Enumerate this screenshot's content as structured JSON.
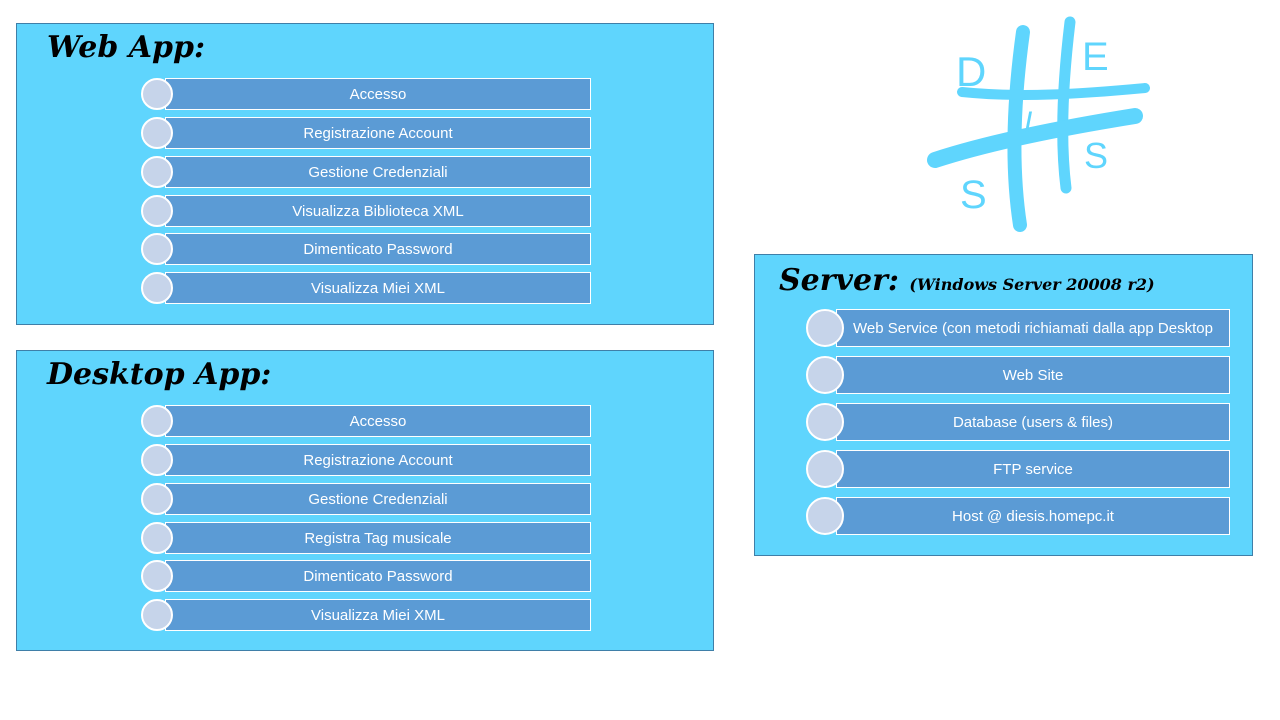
{
  "web_app": {
    "title": "Web App:",
    "items": [
      {
        "label": "Accesso"
      },
      {
        "label": "Registrazione Account"
      },
      {
        "label": "Gestione Credenziali"
      },
      {
        "label": "Visualizza Biblioteca XML"
      },
      {
        "label": "Dimenticato Password"
      },
      {
        "label": "Visualizza Miei XML"
      }
    ]
  },
  "desktop_app": {
    "title": "Desktop App:",
    "items": [
      {
        "label": "Accesso"
      },
      {
        "label": "Registrazione Account"
      },
      {
        "label": "Gestione Credenziali"
      },
      {
        "label": "Registra Tag musicale"
      },
      {
        "label": "Dimenticato Password"
      },
      {
        "label": "Visualizza Miei XML"
      }
    ]
  },
  "server": {
    "title": "Server:",
    "subtitle": "(Windows Server 20008 r2)",
    "items": [
      {
        "label": "Web Service (con metodi richiamati dalla app Desktop"
      },
      {
        "label": "Web Site"
      },
      {
        "label": "Database (users & files)"
      },
      {
        "label": "FTP service"
      },
      {
        "label": "Host @ diesis.homepc.it"
      }
    ]
  },
  "logo": {
    "letters": [
      "D",
      "E",
      "I",
      "S",
      "S"
    ],
    "color": "#5fd5fd"
  },
  "colors": {
    "panel_bg": "#5fd5fd",
    "bar_bg": "#5b9bd5",
    "dot_bg": "#c6d4ea"
  }
}
